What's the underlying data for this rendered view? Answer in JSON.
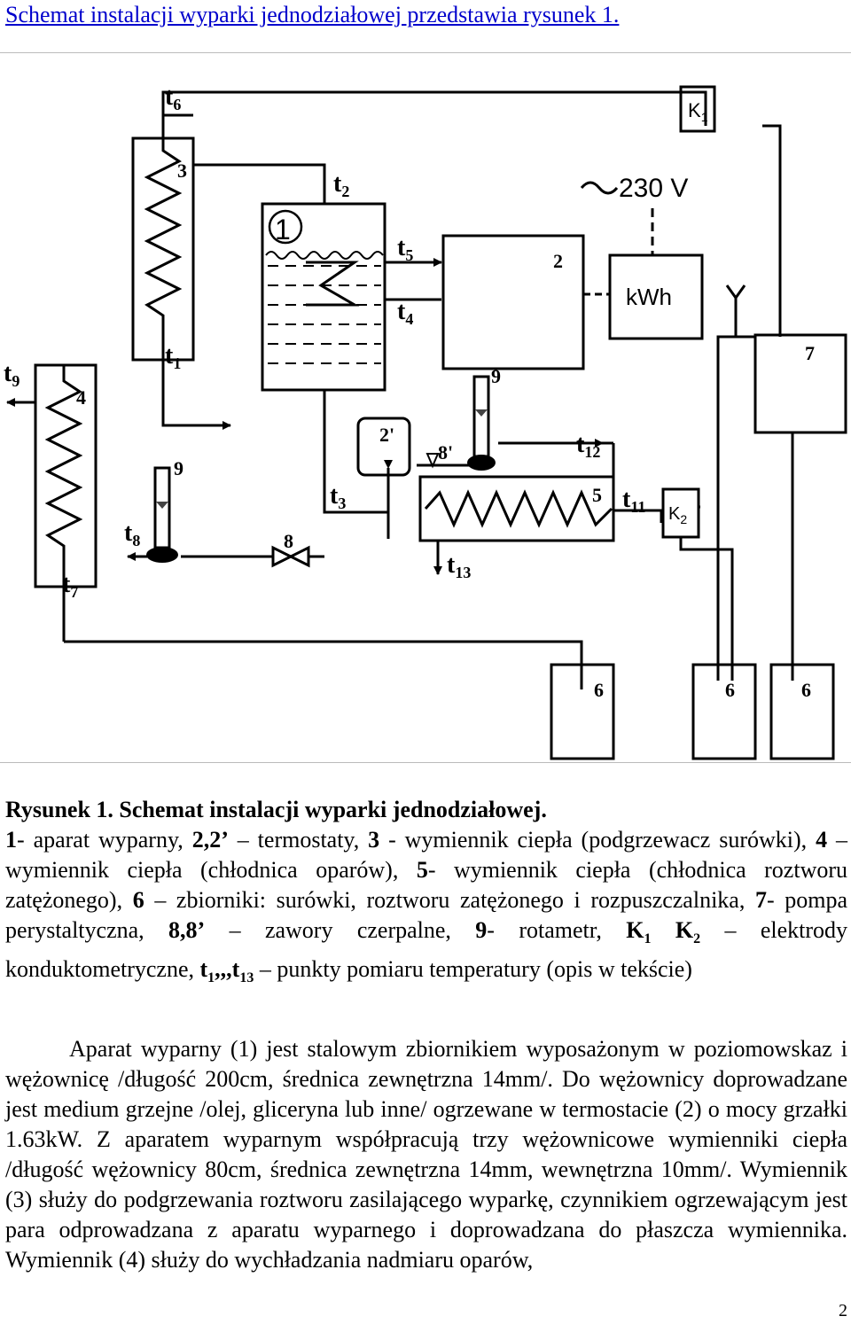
{
  "header": "Schemat instalacji wyparki jednodziałowej przedstawia rysunek 1.",
  "diagram": {
    "labels": {
      "t6": [
        "t",
        "6"
      ],
      "t2": [
        "t",
        "2"
      ],
      "t5": [
        "t",
        "5"
      ],
      "t4": [
        "t",
        "4"
      ],
      "t1": [
        "t",
        "1"
      ],
      "t9": [
        "t",
        "9"
      ],
      "t8": [
        "t",
        "8"
      ],
      "t7": [
        "t",
        "7"
      ],
      "t3": [
        "t",
        "3"
      ],
      "t12": [
        "t",
        "12"
      ],
      "t11": [
        "t",
        "11"
      ],
      "t13": [
        "t",
        "13"
      ],
      "k1": [
        "K",
        "1"
      ],
      "k2": [
        "K",
        "2"
      ],
      "n1": "1",
      "n2": "2",
      "n3": "3",
      "n4": "4",
      "n5": "5",
      "n7": "7",
      "n2p": "2'",
      "n8p": "8'",
      "n8": "8",
      "n9a": "9",
      "n9b": "9",
      "n6a": "6",
      "n6b": "6",
      "n6c": "6",
      "power": "230 V",
      "power_sym": "~",
      "meter": "kWh"
    }
  },
  "caption": {
    "title": "Rysunek 1. Schemat instalacji wyparki jednodziałowej.",
    "items": [
      {
        "key": "1",
        "text": "- aparat wyparny, "
      },
      {
        "key": "2,2’",
        "text": " – termostaty, "
      },
      {
        "key": "3",
        "text": " - wymiennik ciepła (podgrzewacz surówki), "
      },
      {
        "key": "4",
        "text": " – wymiennik ciepła (chłodnica oparów), "
      },
      {
        "key": "5",
        "text": "- wymiennik ciepła (chłodnica roztworu zatężonego), "
      },
      {
        "key": "6",
        "text": " – zbiorniki: surówki, roztworu zatężonego i rozpuszczalnika, "
      },
      {
        "key": "7",
        "text": "- pompa perystaltyczna, "
      },
      {
        "key": "8,8’",
        "text": " – zawory czerpalne, "
      },
      {
        "key": "9",
        "text": "- rotametr, "
      }
    ],
    "k_label_a": "K",
    "k_sub_a": "1",
    "k_label_b": "K",
    "k_sub_b": "2",
    "k_text": " – elektrody konduktometryczne, ",
    "t_label_a": "t",
    "t_sub_a": "1",
    "t_dots": ",,,",
    "t_label_b": "t",
    "t_sub_b": "13",
    "t_text": " – punkty pomiaru temperatury (opis w tekście)"
  },
  "paragraph": "Aparat wyparny (1) jest stalowym zbiornikiem wyposażonym w poziomowskaz i wężownicę /długość 200cm, średnica zewnętrzna 14mm/. Do wężownicy doprowadzane jest medium grzejne /olej, gliceryna lub inne/ ogrzewane w termostacie (2) o mocy grzałki 1.63kW. Z aparatem wyparnym współpracują trzy wężownicowe wymienniki ciepła /długość wężownicy 80cm, średnica zewnętrzna 14mm, wewnętrzna 10mm/. Wymiennik (3) służy do podgrzewania roztworu zasilającego wyparkę, czynnikiem ogrzewającym jest para odprowadzana z aparatu wyparnego i doprowadzana do płaszcza wymiennika. Wymiennik (4) służy do wychładzania nadmiaru oparów,",
  "page_number": "2"
}
